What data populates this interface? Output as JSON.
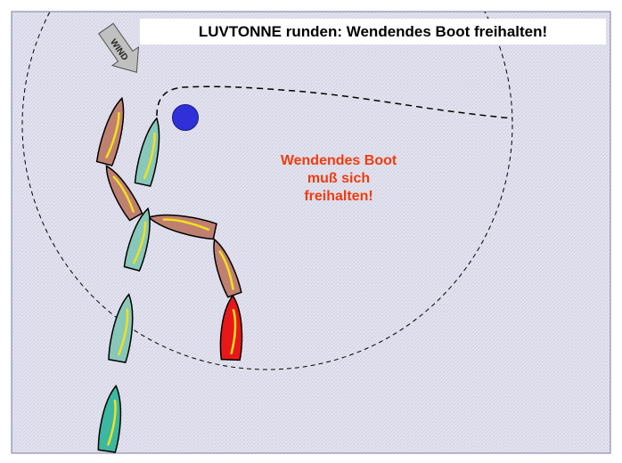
{
  "title": "LUVTONNE runden: Wendendes Boot freihalten!",
  "wind_label": "WIND",
  "note_lines": [
    "Wendendes Boot",
    "muß sich",
    "freihalten!"
  ],
  "colors": {
    "water": "#e4e4f0",
    "hatch": "#d0d0e2",
    "mark": "#3030d8",
    "note": "#f03c0c",
    "boat_brown": "#c08070",
    "boat_teal": "#88c8b8",
    "boat_teal_dark": "#3cb8a0",
    "boat_red": "#e81818",
    "boat_stripe": "#f0e020"
  },
  "boats": [
    {
      "name": "boat-brown-upper",
      "color": "brown"
    },
    {
      "name": "boat-teal-near-mark",
      "color": "teal"
    },
    {
      "name": "boat-brown-tacking",
      "color": "brown"
    },
    {
      "name": "boat-brown-crossing",
      "color": "brown"
    },
    {
      "name": "boat-teal-middle",
      "color": "teal"
    },
    {
      "name": "boat-brown-right",
      "color": "brown"
    },
    {
      "name": "boat-red",
      "color": "red"
    },
    {
      "name": "boat-teal-lower",
      "color": "teal"
    },
    {
      "name": "boat-teal-bottom",
      "color": "teal_dark"
    }
  ]
}
